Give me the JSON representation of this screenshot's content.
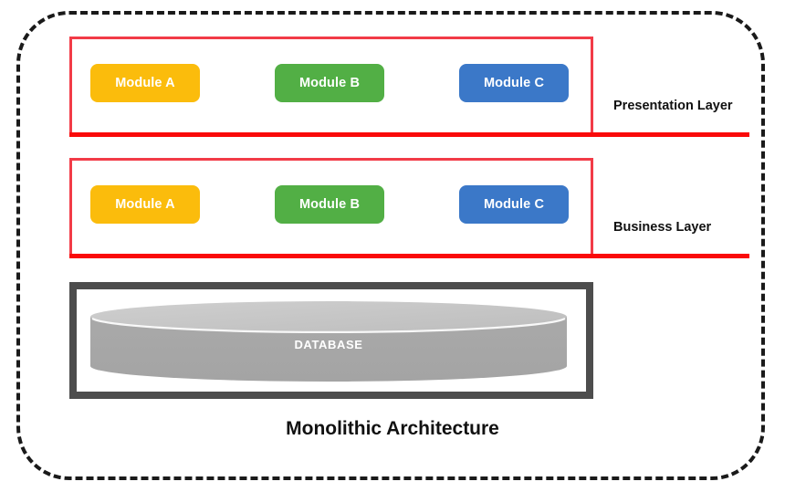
{
  "diagram": {
    "title": "Monolithic Architecture",
    "boundary_style": "dashed-rounded-rectangle",
    "colors": {
      "boundary": "#1a1a1a",
      "layer_border": "#f23b47",
      "layer_baseline": "#fa0a0a",
      "database_frame": "#4d4d4d",
      "database_body": "#a8a8a8",
      "database_top": "#c8c8c8",
      "module_a": "#fbbc0c",
      "module_b": "#52af45",
      "module_c": "#3b78c8",
      "text": "#111111"
    }
  },
  "layers": [
    {
      "id": "presentation",
      "caption": "Presentation Layer",
      "modules": [
        {
          "label": "Module A",
          "color": "#fbbc0c"
        },
        {
          "label": "Module B",
          "color": "#52af45"
        },
        {
          "label": "Module C",
          "color": "#3b78c8"
        }
      ]
    },
    {
      "id": "business",
      "caption": "Business Layer",
      "modules": [
        {
          "label": "Module A",
          "color": "#fbbc0c"
        },
        {
          "label": "Module B",
          "color": "#52af45"
        },
        {
          "label": "Module C",
          "color": "#3b78c8"
        }
      ]
    }
  ],
  "database": {
    "label": "DATABASE",
    "shape": "cylinder"
  }
}
